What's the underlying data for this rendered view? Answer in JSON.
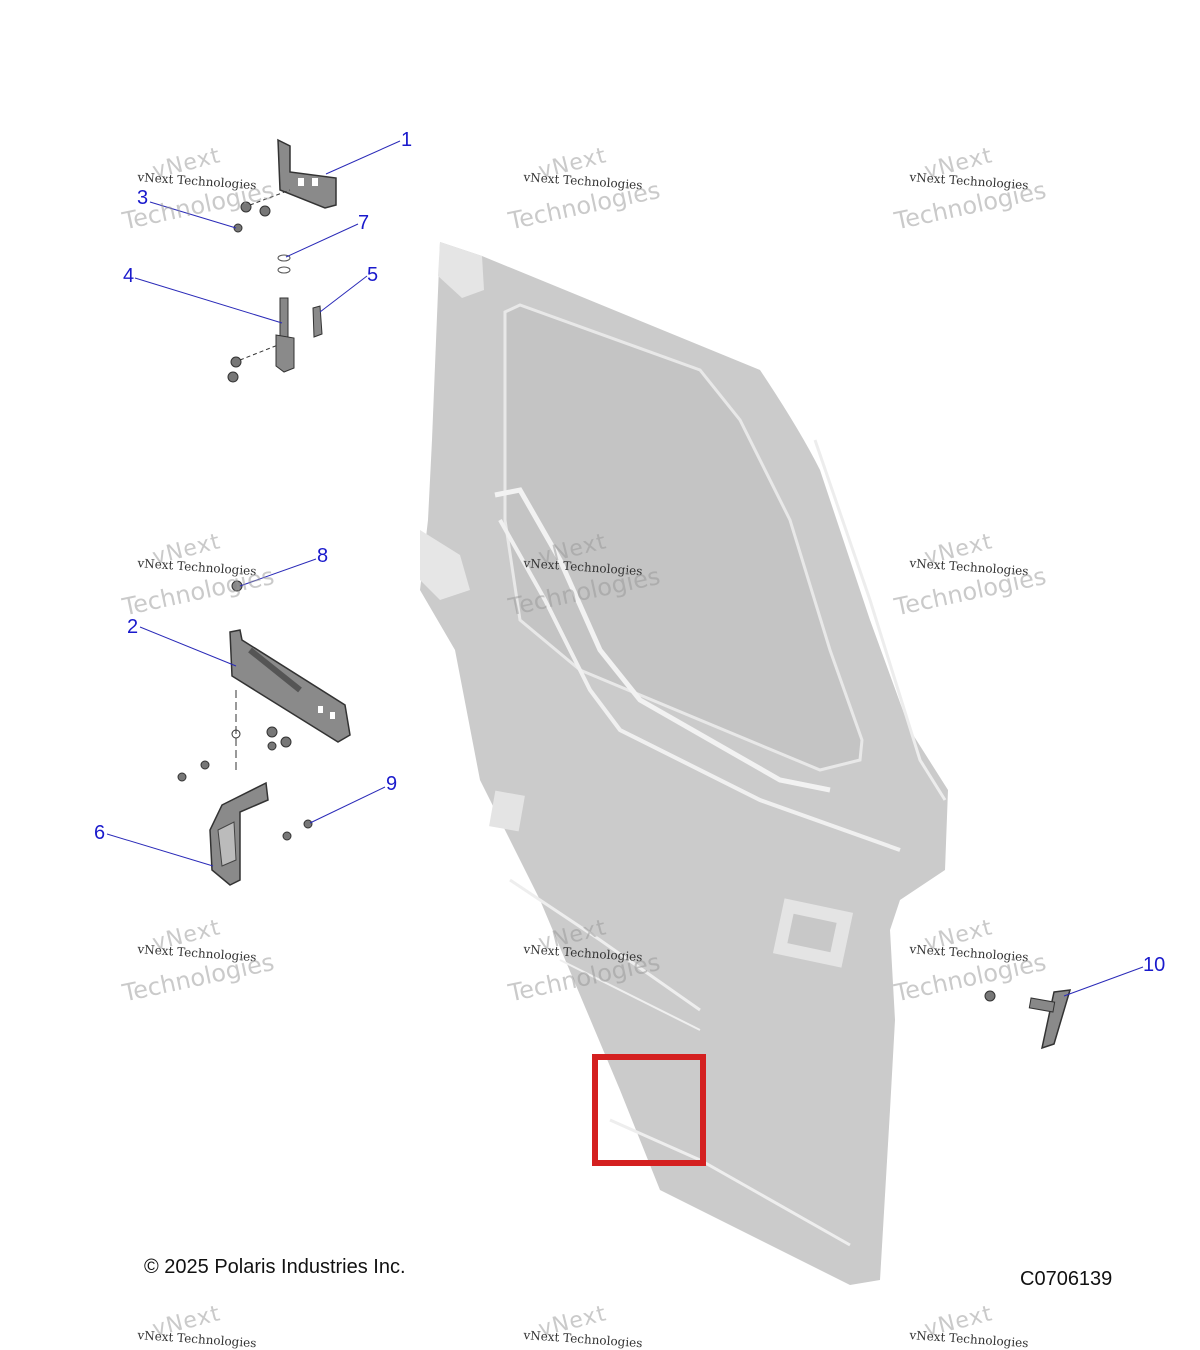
{
  "callouts": {
    "c1": "1",
    "c2": "2",
    "c3": "3",
    "c4": "4",
    "c5": "5",
    "c6": "6",
    "c7": "7",
    "c8": "8",
    "c9": "9",
    "c10": "10"
  },
  "copyright": "© 2025 Polaris Industries Inc.",
  "diagram_id": "C0706139",
  "watermark": {
    "line_big": "vNext",
    "line_small": "vNext Technologies",
    "line_big2": "Technologies"
  },
  "colors": {
    "door": "#cccccc",
    "callout": "#1a1acc",
    "highlight_box": "#d42020"
  }
}
